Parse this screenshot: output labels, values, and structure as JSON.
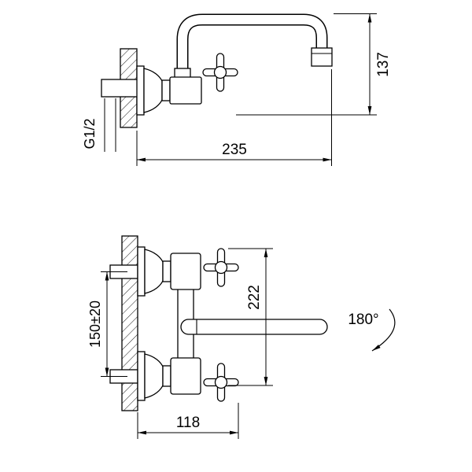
{
  "page": {
    "background_color": "#ffffff",
    "line_color": "#000000"
  },
  "drawing": {
    "type": "technical-dimension-drawing",
    "subject": "wall-mounted two-handle mixer faucet, side and front views",
    "side_view": {
      "spout_height_dim": "137",
      "overall_depth_dim": "235",
      "inlet_thread_label": "G1/2"
    },
    "front_view": {
      "overall_height_dim": "222",
      "inlet_spacing_dim": "150±20",
      "body_width_dim": "118",
      "spout_swivel_label": "180°"
    }
  }
}
